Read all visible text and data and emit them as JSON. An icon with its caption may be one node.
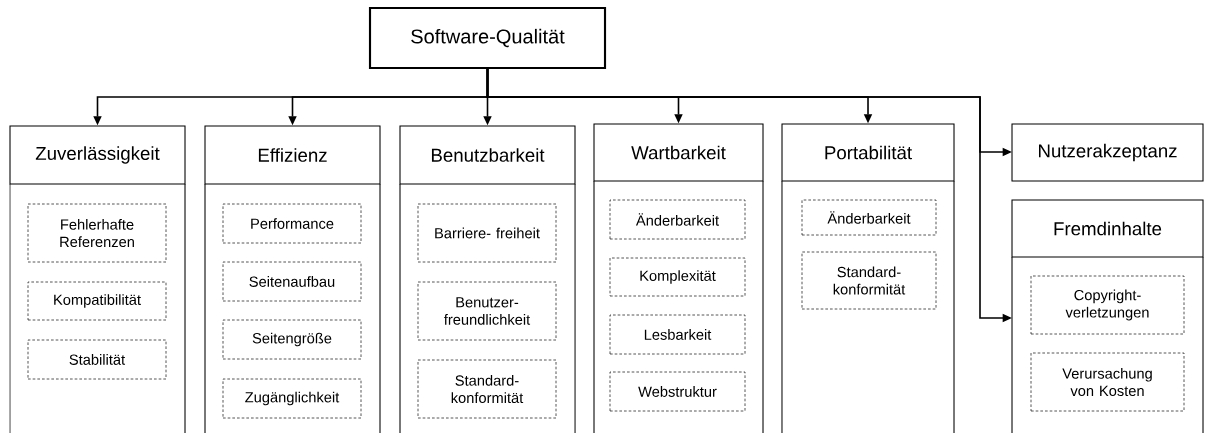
{
  "diagram": {
    "nodes": [
      {
        "text": [
          "Software-Qualität"
        ]
      },
      {
        "text": [
          "Zuverlässigkeit"
        ]
      },
      {
        "text": [
          "Fehlerhafte Referenzen"
        ],
        "in": 1
      },
      {
        "text": [
          "Kompatibilität"
        ],
        "in": 1
      },
      {
        "text": [
          "Stabilität"
        ],
        "in": 1
      },
      {
        "text": [
          "Effizienz"
        ]
      },
      {
        "text": [
          "Performance"
        ],
        "in": 5
      },
      {
        "text": [
          "Seitenaufbau"
        ],
        "in": 5
      },
      {
        "text": [
          "Seitengröße"
        ],
        "in": 5
      },
      {
        "text": [
          "Zugänglichkeit"
        ],
        "in": 5
      },
      {
        "text": [
          "Benutzbarkeit"
        ]
      },
      {
        "text": [
          "Barriere- freiheit"
        ],
        "in": 10
      },
      {
        "text": [
          "Benutzer- freundlichkeit"
        ],
        "in": 10
      },
      {
        "text": [
          "Standard- konformität"
        ],
        "in": 10
      },
      {
        "text": [
          "Wartbarkeit"
        ]
      },
      {
        "text": [
          "Änderbarkeit"
        ],
        "in": 14
      },
      {
        "text": [
          "Komplexität"
        ],
        "in": 14
      },
      {
        "text": [
          "Lesbarkeit"
        ],
        "in": 14
      },
      {
        "text": [
          "Webstruktur"
        ],
        "in": 14
      },
      {
        "text": [
          "Portabilität"
        ]
      },
      {
        "text": [
          "Änderbarkeit"
        ],
        "in": 19
      },
      {
        "text": [
          "Standard- konformität"
        ],
        "in": 19
      },
      {
        "text": [
          "Nutzerakzeptanz"
        ]
      },
      {
        "text": [
          "Fremdinhalte"
        ]
      },
      {
        "text": [
          "Copyright- verletzungen"
        ],
        "in": 23
      },
      {
        "text": [
          "Verursachung von Kosten"
        ],
        "in": 23
      }
    ],
    "edges": [
      {
        "from": 0,
        "to": 1,
        "arrow": "to"
      },
      {
        "from": 0,
        "to": 5,
        "arrow": "to"
      },
      {
        "from": 0,
        "to": 10,
        "arrow": "to"
      },
      {
        "from": 0,
        "to": 14,
        "arrow": "to"
      },
      {
        "from": 0,
        "to": 19,
        "arrow": "to"
      },
      {
        "from": 0,
        "to": 22,
        "arrow": "to"
      },
      {
        "from": 0,
        "to": 23,
        "arrow": "to"
      }
    ]
  }
}
